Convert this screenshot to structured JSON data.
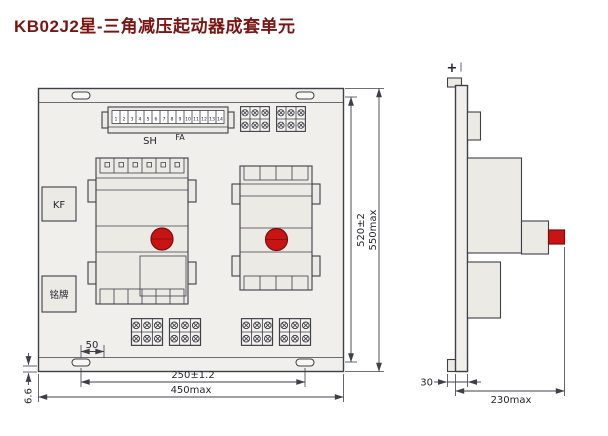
{
  "title": "KB02J2星-三角减压起动器成套单元",
  "front_view": {
    "kf_label": "KF",
    "nameplate_label": "铭牌",
    "terminal_strip": {
      "label_sh": "SH",
      "label_fa": "FA",
      "numbers": [
        "1",
        "2",
        "3",
        "4",
        "5",
        "6",
        "7",
        "8",
        "9",
        "10",
        "11",
        "12",
        "13",
        "14"
      ]
    }
  },
  "side_view": {
    "datum_mark": "+"
  },
  "dimensions": {
    "hole_offset_50": "50",
    "hole_spacing_h": "250±1.2",
    "overall_width": "450max",
    "slot_edge_offset": "6.6",
    "hole_spacing_v": "520±2",
    "overall_height": "550max",
    "flange_depth": "30",
    "overall_depth": "230max"
  },
  "colors": {
    "title_text": "#7a1512",
    "line": "#3f3f48",
    "panel_fill": "#f0efeb",
    "button_red": "#c81414"
  }
}
